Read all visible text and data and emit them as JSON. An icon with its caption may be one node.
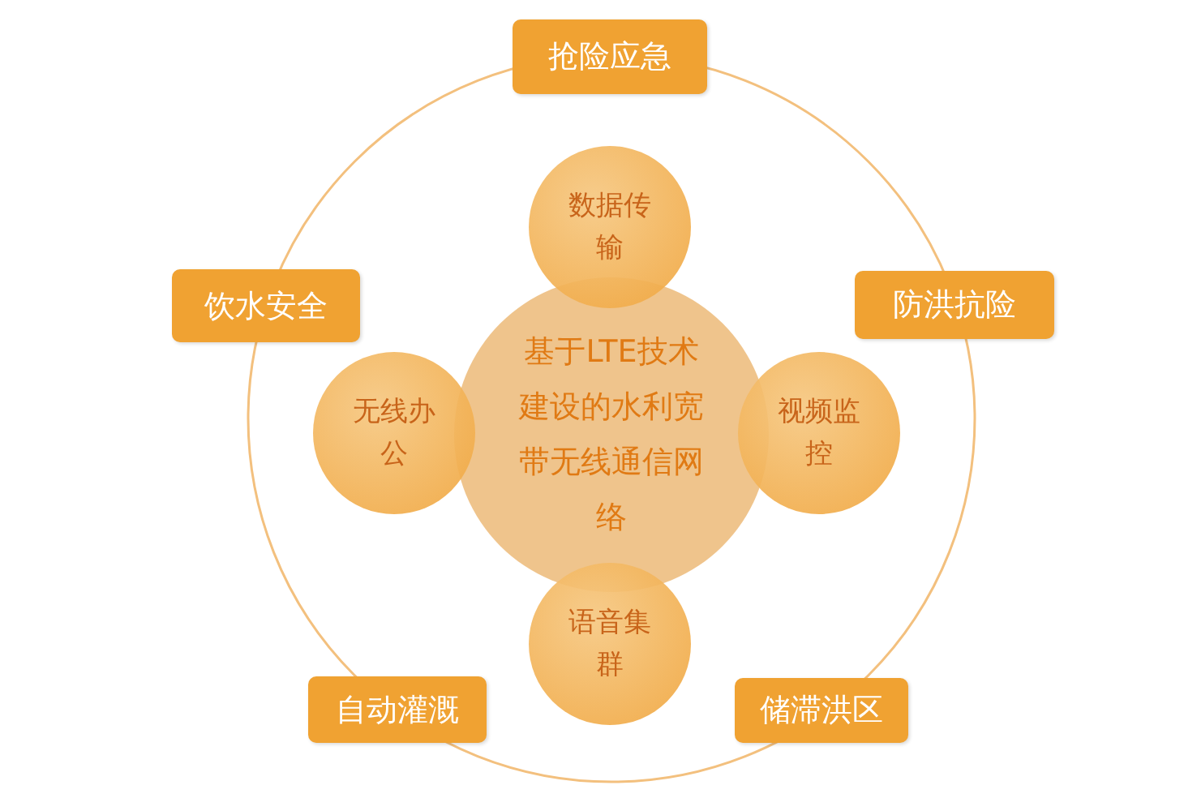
{
  "diagram": {
    "nodes": [
      {
        "text": [
          "抢险应急"
        ]
      },
      {
        "text": [
          "数据传输"
        ]
      },
      {
        "text": [
          "饮水安全"
        ]
      },
      {
        "text": [
          "防洪抗险"
        ]
      },
      {
        "text": [
          "基于LTE技术建设的水利宽带无线通信网络"
        ]
      },
      {
        "text": [
          "无线办公"
        ]
      },
      {
        "text": [
          "视频监控"
        ]
      },
      {
        "text": [
          "语音集群"
        ]
      },
      {
        "text": [
          "自动灌溉"
        ]
      },
      {
        "text": [
          "储滞洪区"
        ]
      }
    ]
  }
}
